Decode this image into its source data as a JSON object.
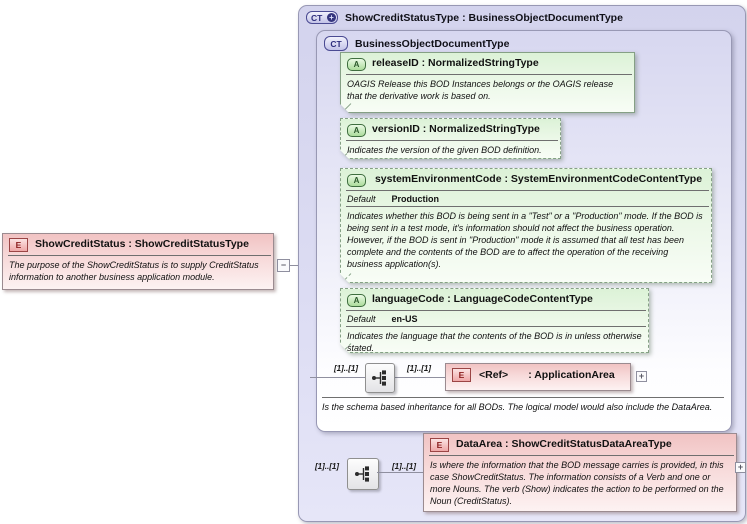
{
  "element": {
    "icon": "E",
    "title": "ShowCreditStatus : ShowCreditStatusType",
    "annotation": "The purpose of the ShowCreditStatus is to supply CreditStatus information to another business application module."
  },
  "outer": {
    "icon": "CT",
    "icon_plus": "+",
    "title": "ShowCreditStatusType : BusinessObjectDocumentType"
  },
  "base": {
    "icon": "CT",
    "title": "BusinessObjectDocumentType",
    "footer": "Is the schema based inheritance for all BODs. The logical model would also include the DataArea."
  },
  "attributes": [
    {
      "icon": "A",
      "title": "releaseID : NormalizedStringType",
      "annotation": "OAGIS Release this BOD Instances belongs or the OAGIS release that the derivative work is based on."
    },
    {
      "icon": "A",
      "title": "versionID : NormalizedStringType",
      "annotation": "Indicates the version of the given BOD definition."
    },
    {
      "icon": "A",
      "title": "systemEnvironmentCode : SystemEnvironmentCodeContentType",
      "default_label": "Default",
      "default_value": "Production",
      "annotation": "Indicates whether this BOD is being sent in a \"Test\" or a \"Production\" mode. If the BOD is being sent in a test mode, it's information should not affect the business operation. However, if the BOD is sent in \"Production\" mode it is assumed that all test has been complete and the contents of the BOD are to affect the operation of the receiving business application(s)."
    },
    {
      "icon": "A",
      "title": "languageCode : LanguageCodeContentType",
      "default_label": "Default",
      "default_value": "en-US",
      "annotation": "Indicates the language that the contents of the BOD is in unless otherwise stated."
    }
  ],
  "ref_element": {
    "icon": "E",
    "name": "<Ref>",
    "type": ": ApplicationArea"
  },
  "data_area": {
    "icon": "E",
    "title": "DataArea : ShowCreditStatusDataAreaType",
    "annotation": "Is where the information that the BOD message carries is provided, in this case ShowCreditStatus. The information consists of a Verb and one or more Nouns. The verb (Show) indicates the action to be performed on the Noun (CreditStatus)."
  },
  "multiplicity": "[1]..[1]",
  "controls": {
    "collapse": "−",
    "expand": "+"
  },
  "colors": {
    "container_lavender": "#d7d7f0",
    "attribute_green": "#dcf2d7",
    "element_pink": "#f1c3c3",
    "connector_gray": "#8f8f9f"
  }
}
